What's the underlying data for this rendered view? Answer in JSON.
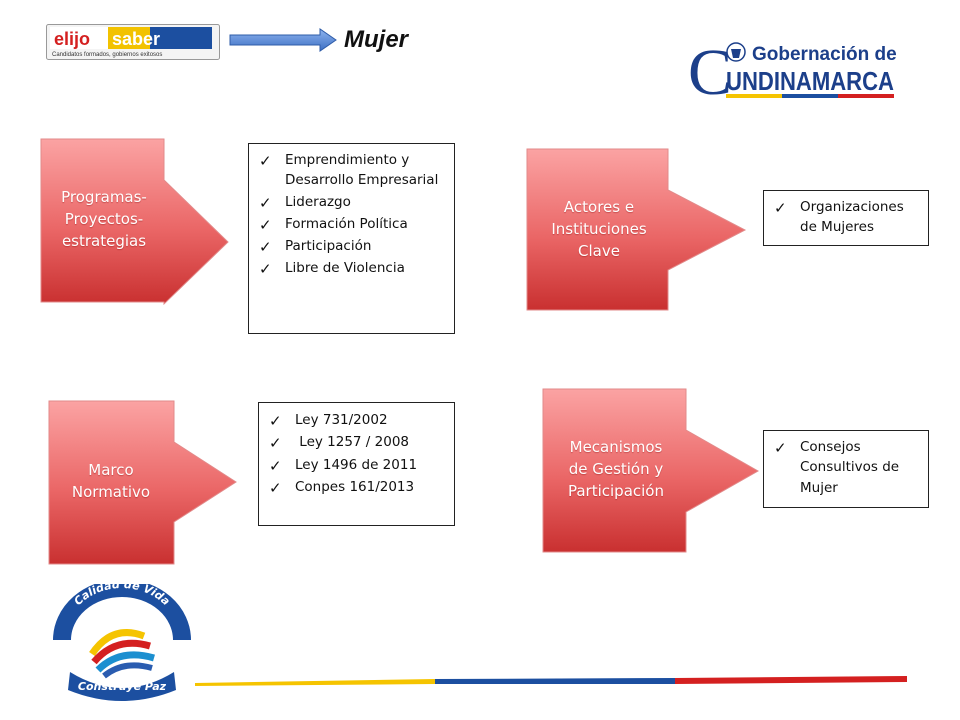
{
  "header": {
    "logo_left": {
      "word1": "elijo",
      "word2": "saber",
      "tagline": "Candidatos formados, gobiernos exitosos"
    },
    "title": "Mujer",
    "logo_right": {
      "line1": "Gobernación de",
      "big_letter": "C",
      "line2": "UNDINAMARCA"
    }
  },
  "diagram": {
    "programas": {
      "label": "Programas-\nProyectos-\nestrategias",
      "items": [
        "Emprendimiento y Desarrollo Empresarial",
        "Liderazgo",
        "Formación Política",
        "Participación",
        "Libre de Violencia"
      ]
    },
    "actores": {
      "label": "Actores e\nInstituciones\nClave",
      "items": [
        "Organizaciones de Mujeres"
      ]
    },
    "marco": {
      "label": "Marco\nNormativo",
      "items": [
        "Ley 731/2002",
        " Ley 1257 / 2008",
        "Ley 1496 de 2011",
        "Conpes 161/2013"
      ]
    },
    "mecanismos": {
      "label": "Mecanismos\nde Gestión y\nParticipación",
      "items": [
        "Consejos Consultivos de Mujer"
      ]
    }
  },
  "footer": {
    "logo": {
      "arc_text": "Calidad de Vida",
      "bottom_text": "Construye Paz"
    }
  },
  "colors": {
    "arrow_top": "#f9a0a0",
    "arrow_bottom": "#c92f2f",
    "header_arrow": "#4a7fd0",
    "band_yellow": "#f5c400",
    "band_blue": "#1c4fa0",
    "band_red": "#d42020"
  }
}
